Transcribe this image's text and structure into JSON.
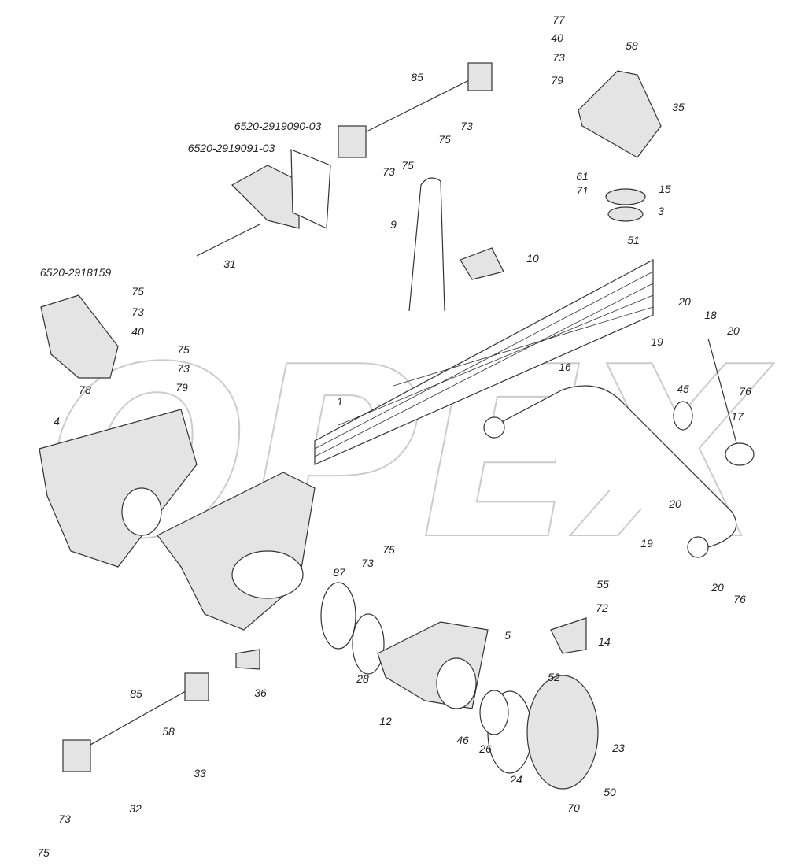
{
  "watermark": "OPEX",
  "labels": [
    "77",
    "40",
    "73",
    "79",
    "58",
    "35",
    "85",
    "75",
    "73",
    "73",
    "75",
    "6520-2919090-03",
    "6520-2919091-03",
    "61",
    "71",
    "15",
    "3",
    "51",
    "9",
    "10",
    "31",
    "6520-2918159",
    "75",
    "73",
    "40",
    "75",
    "73",
    "79",
    "78",
    "20",
    "18",
    "19",
    "20",
    "16",
    "76",
    "1",
    "45",
    "17",
    "4",
    "20",
    "19",
    "20",
    "76",
    "75",
    "73",
    "87",
    "55",
    "72",
    "5",
    "14",
    "28",
    "52",
    "36",
    "85",
    "58",
    "12",
    "46",
    "26",
    "23",
    "33",
    "24",
    "32",
    "50",
    "70",
    "75",
    "73"
  ]
}
